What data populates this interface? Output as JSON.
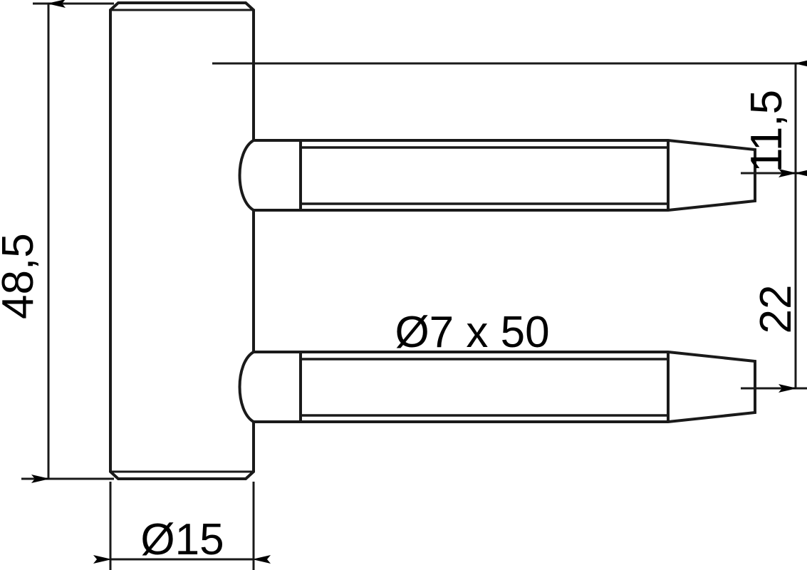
{
  "drawing": {
    "title": "Door hinge pin technical drawing",
    "background_color": "#ffffff",
    "line_color": "#1a1a1a",
    "text_color": "#000000",
    "dimensions": {
      "overall_height": "48,5",
      "body_diameter": "Ø15",
      "pin_spacing_top": "11,5",
      "pin_spacing_center": "22"
    },
    "notes": {
      "pin_spec": "Ø7 x 50"
    },
    "labels": {
      "height_label": "48,5",
      "width_label": "Ø15",
      "top_offset_label": "11,5",
      "center_offset_label": "22",
      "pin_note_label": "Ø7 x 50"
    }
  }
}
